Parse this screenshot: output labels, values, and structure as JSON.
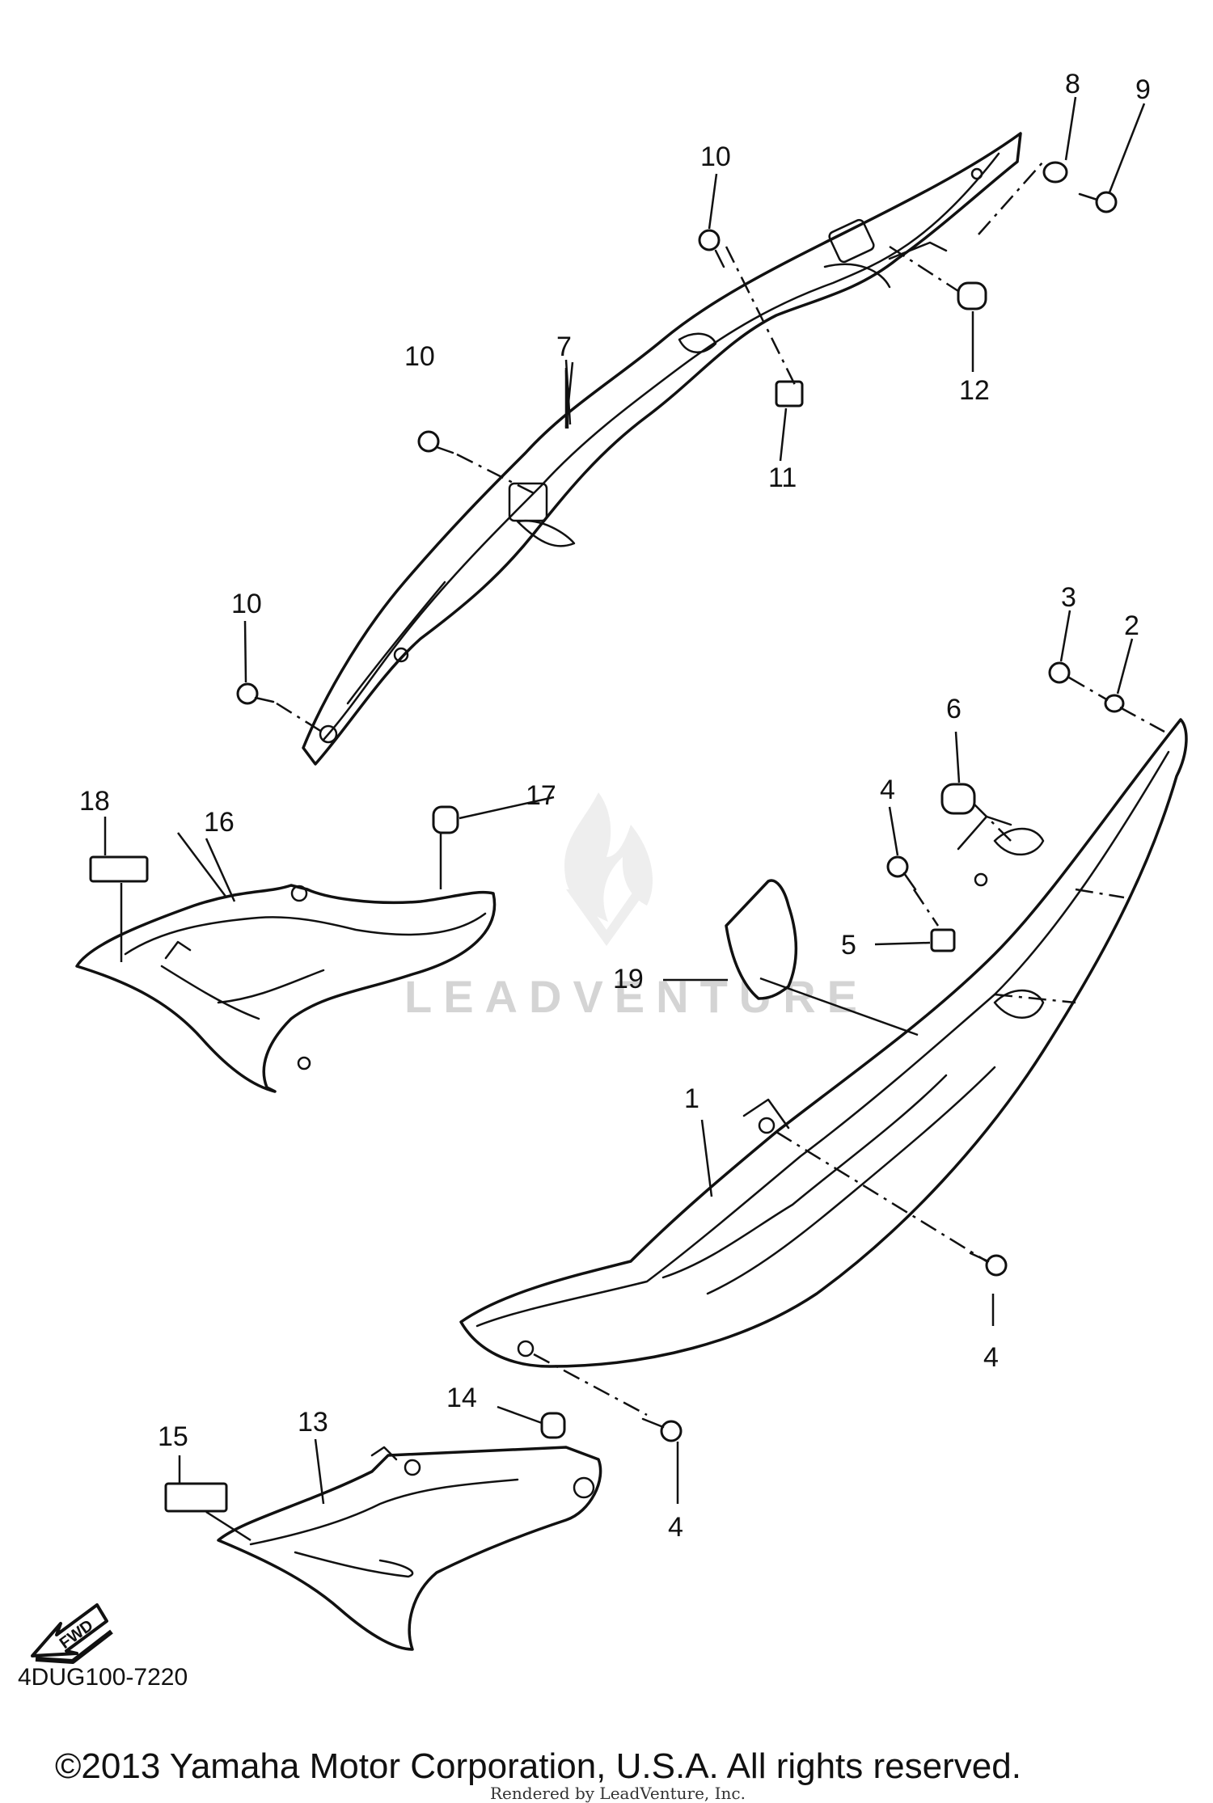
{
  "diagram": {
    "code": "4DUG100-7220",
    "copyright": "©2013 Yamaha Motor Corporation, U.S.A. All rights reserved.",
    "rendered_by": "Rendered by LeadVenture, Inc.",
    "watermark": "LEADVENTURE",
    "fwd_label": "FWD"
  },
  "callouts": {
    "c1": "1",
    "c2": "2",
    "c3": "3",
    "c4a": "4",
    "c4b": "4",
    "c4c": "4",
    "c5": "5",
    "c6": "6",
    "c7": "7",
    "c8": "8",
    "c9": "9",
    "c10a": "10",
    "c10b": "10",
    "c10c": "10",
    "c11": "11",
    "c12": "12",
    "c13": "13",
    "c14": "14",
    "c15": "15",
    "c16": "16",
    "c17": "17",
    "c18": "18",
    "c19": "19"
  },
  "colors": {
    "line": "#111111",
    "watermark": "#d4d4d4",
    "background": "#ffffff"
  }
}
